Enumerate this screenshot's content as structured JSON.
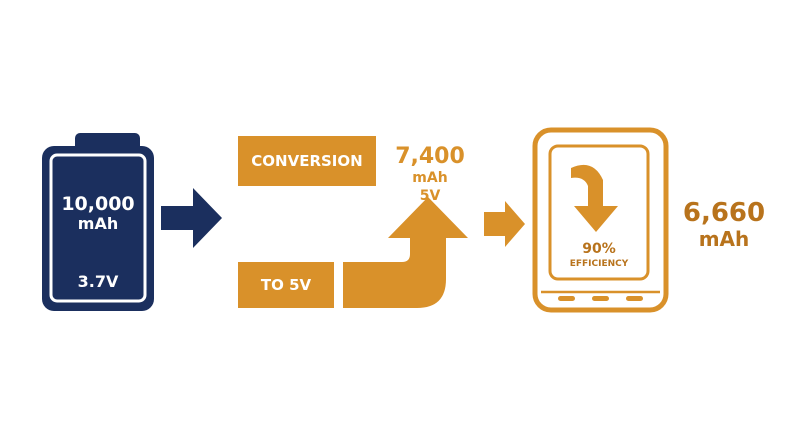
{
  "colors": {
    "navy": "#1b2f5e",
    "orange": "#d9912a",
    "orange_dark": "#b8731c",
    "white": "#ffffff"
  },
  "battery": {
    "icon": "battery-icon",
    "capacity": "10,000",
    "unit": "mAh",
    "voltage": "3.7V"
  },
  "conversion": {
    "label_top": "CONVERSION",
    "label_bottom": "TO 5V",
    "result_capacity": "7,400",
    "result_unit": "mAh",
    "result_voltage": "5V"
  },
  "power_bank": {
    "icon": "power-bank-icon",
    "efficiency_value": "90%",
    "efficiency_label": "EFFICIENCY"
  },
  "output": {
    "capacity": "6,660",
    "unit": "mAh"
  }
}
